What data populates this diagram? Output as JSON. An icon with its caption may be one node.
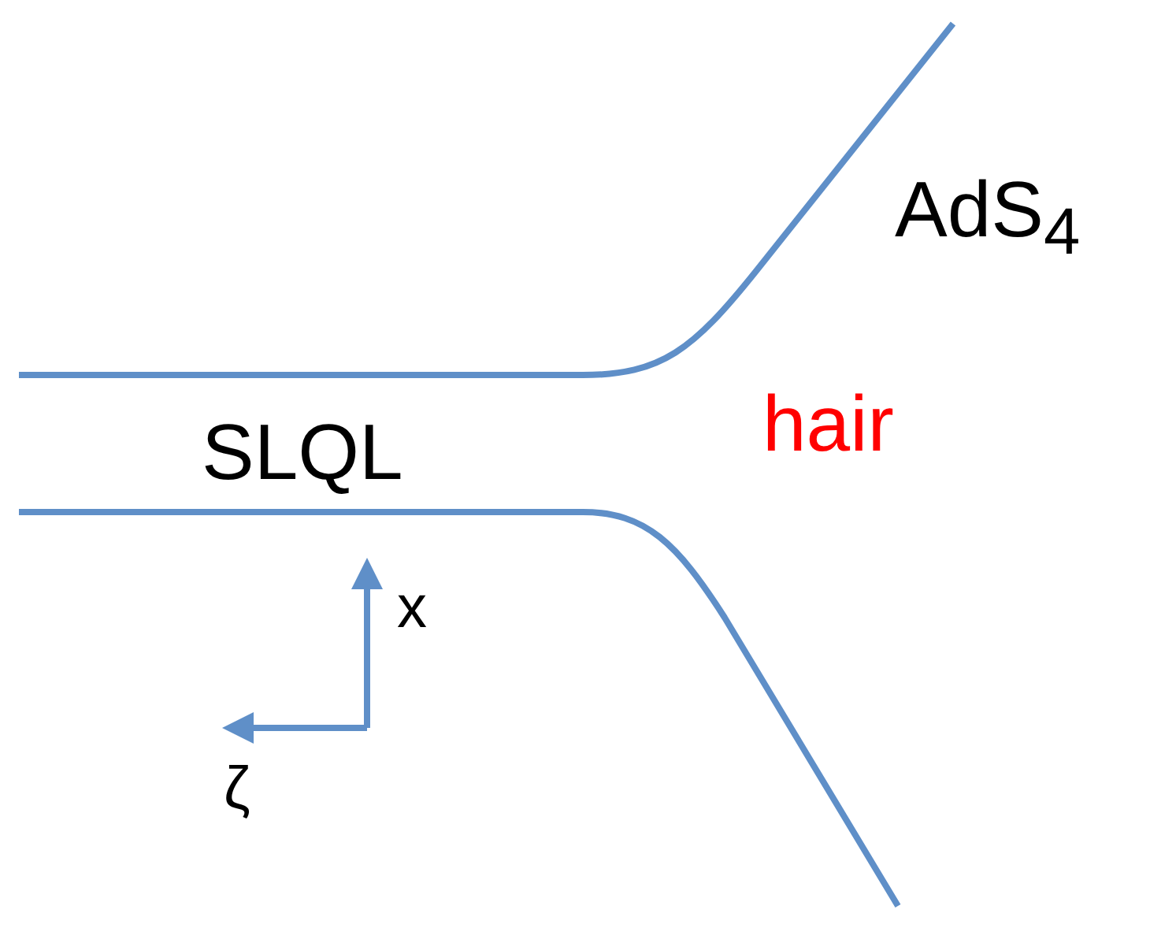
{
  "diagram": {
    "labels": [
      "AdS$_{4}$",
      "SLQL",
      "hair",
      "x",
      "ζ"
    ]
  }
}
